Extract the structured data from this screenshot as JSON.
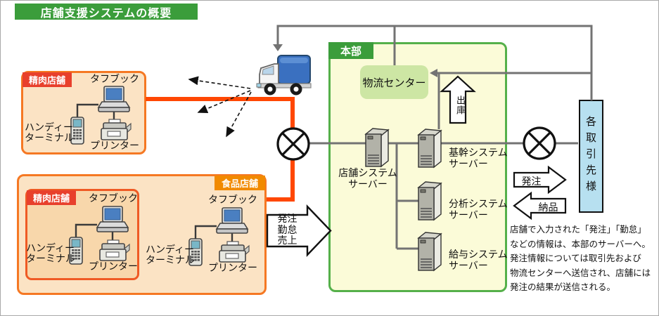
{
  "title": "店舗支援システムの概要",
  "stores": {
    "meat_store_top": {
      "label": "精肉店舗"
    },
    "food_store": {
      "label": "食品店舗"
    },
    "meat_store_inner": {
      "label": "精肉店舗"
    }
  },
  "device_labels": {
    "toughbook": "タフブック",
    "handy_terminal": "ハンディー\nターミナル",
    "printer": "プリンター"
  },
  "headquarters": {
    "label": "本部",
    "logistics_center": "物流センター",
    "servers": {
      "store": "店舗システム\nサーバー",
      "core": "基幹システム\nサーバー",
      "analysis": "分析システム\nサーバー",
      "payroll": "給与システム\nサーバー"
    }
  },
  "flow_arrows": {
    "shipment": "出庫",
    "store_to_hq": "発注\n勤怠\n売上",
    "order": "発注",
    "delivery": "納品"
  },
  "partners": {
    "label": "各取引先様"
  },
  "note": "店舗で入力された「発注」「勤怠」\nなどの情報は、本部のサーバーへ。\n発注情報については取引先および\n物流センターへ送信され、店舗には\n発注の結果が送信される。",
  "colors": {
    "title_green": "#3b9d3b",
    "hq_border_green": "#55b04a",
    "hq_fill_yellow": "#fbfbd8",
    "logistics_fill_green": "#cde6a4",
    "store_border_orange": "#f57823",
    "store_fill": "#fbe3c4",
    "inner_store_fill": "#f8d7ab",
    "meat_tag_red": "#e8402c",
    "food_tag_orange": "#f18a00",
    "store_line_orange": "#ff4703",
    "wire_gray": "#737373",
    "partner_fill_blue": "#b7e0f0",
    "truck_blue": "#3a70c0"
  }
}
